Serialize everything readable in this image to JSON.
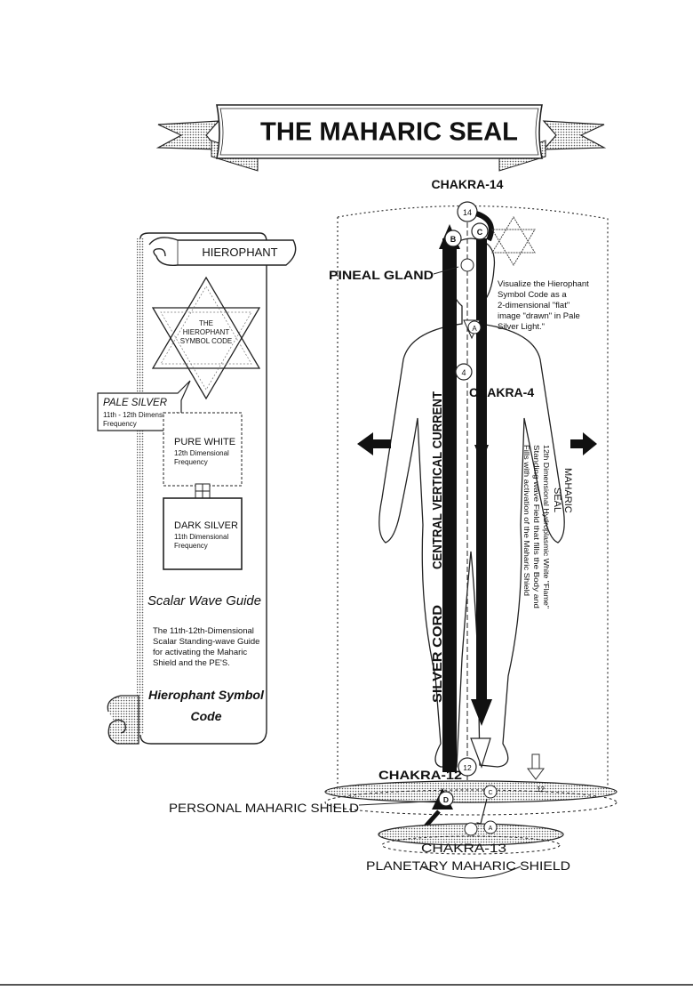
{
  "title": "THE MAHARIC SEAL",
  "scroll": {
    "header": "HIEROPHANT",
    "symbol_code": [
      "THE",
      "HIEROPHANT",
      "SYMBOL CODE"
    ],
    "pale_silver": {
      "name": "PALE SILVER",
      "desc1": "11th - 12th Dimensional",
      "desc2": "Frequency"
    },
    "pure_white": {
      "name": "PURE WHITE",
      "desc1": "12th Dimensional",
      "desc2": "Frequency"
    },
    "dark_silver": {
      "name": "DARK SILVER",
      "desc1": "11th Dimensional",
      "desc2": "Frequency"
    },
    "guide_title": "Scalar Wave Guide",
    "guide_text": [
      "The 11th-12th-Dimensional",
      "Scalar Standing-wave Guide",
      "for activating the Maharic",
      "Shield and the PE'S."
    ],
    "code_title_1": "Hierophant Symbol",
    "code_title_2": "Code"
  },
  "figure": {
    "chakra_14": "CHAKRA-14",
    "chakra_4": "CHAKRA-4",
    "chakra_12": "CHAKRA-12",
    "chakra_13": "CHAKRA-13",
    "pineal": "PINEAL GLAND",
    "central_current": "CENTRAL VERTICAL CURRENT",
    "silver_cord": "SILVER CORD",
    "personal_shield": "PERSONAL MAHARIC SHIELD",
    "planetary_shield": "PLANETARY MAHARIC SHIELD",
    "visualize": [
      "Visualize the Hierophant",
      "Symbol Code as a",
      "2-dimensional \"flat\"",
      "image \"drawn\" in Pale",
      "Silver Light.\""
    ],
    "seal_title_1": "MAHARIC",
    "seal_title_2": "SEAL",
    "seal_text": [
      "12th Dimensional Hydroplasmic White \"Flame\"",
      "Standing wave Field that fills the Body and",
      "Fills with activation of the Maharic Shield"
    ],
    "node_14": "14",
    "node_b": "B",
    "node_c": "C",
    "node_a": "A",
    "node_4": "4",
    "node_12": "12",
    "node_12b": "12",
    "node_d": "D",
    "node_c2": "C",
    "node_a2": "A"
  }
}
